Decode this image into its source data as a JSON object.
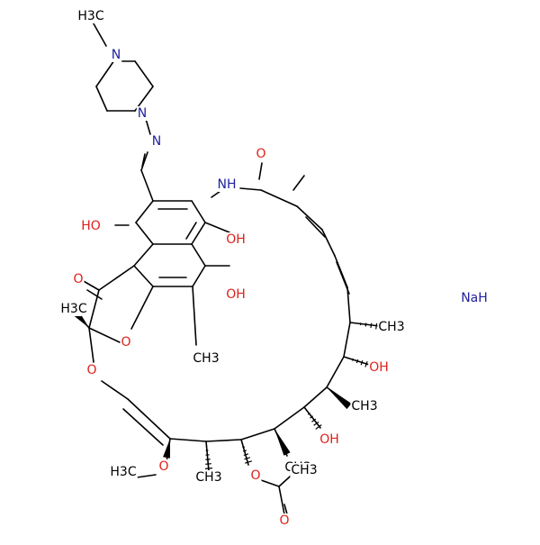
{
  "molecule": {
    "colors": {
      "bond": "#000000",
      "N": "#1f1f9e",
      "O": "#e0201b",
      "C": "#000000",
      "Na": "#1f1f9e"
    },
    "labels": [
      {
        "id": "n-methyl",
        "text": "H3C",
        "color": "C"
      },
      {
        "id": "pip-n1",
        "text": "N",
        "color": "N"
      },
      {
        "id": "pip-n2",
        "text": "N",
        "color": "N"
      },
      {
        "id": "imine-n",
        "text": "N",
        "color": "N"
      },
      {
        "id": "amide-nh",
        "text": "NH",
        "color": "N"
      },
      {
        "id": "amide-o",
        "text": "O",
        "color": "O"
      },
      {
        "id": "oh-1",
        "text": "HO",
        "color": "O"
      },
      {
        "id": "oh-2",
        "text": "OH",
        "color": "O"
      },
      {
        "id": "oh-3",
        "text": "OH",
        "color": "O"
      },
      {
        "id": "lactone-o",
        "text": "O",
        "color": "O"
      },
      {
        "id": "ring-me",
        "text": "H3C",
        "color": "C"
      },
      {
        "id": "furan-o",
        "text": "O",
        "color": "O"
      },
      {
        "id": "ar-me",
        "text": "CH3",
        "color": "C"
      },
      {
        "id": "ether-o",
        "text": "O",
        "color": "O"
      },
      {
        "id": "chain-me-1",
        "text": "CH3",
        "color": "C"
      },
      {
        "id": "oh-4",
        "text": "OH",
        "color": "O"
      },
      {
        "id": "chain-me-2",
        "text": "CH3",
        "color": "C"
      },
      {
        "id": "oh-5",
        "text": "OH",
        "color": "O"
      },
      {
        "id": "chain-me-3",
        "text": "CH3",
        "color": "C"
      },
      {
        "id": "ace-o1",
        "text": "O",
        "color": "O"
      },
      {
        "id": "ace-o2",
        "text": "O",
        "color": "O"
      },
      {
        "id": "ace-me",
        "text": "CH3",
        "color": "C"
      },
      {
        "id": "chain-me-4",
        "text": "CH3",
        "color": "C"
      },
      {
        "id": "methoxy-o",
        "text": "O",
        "color": "O"
      },
      {
        "id": "methoxy-me",
        "text": "H3C",
        "color": "C"
      }
    ],
    "counterion": {
      "text": "NaH",
      "color": "Na"
    }
  }
}
